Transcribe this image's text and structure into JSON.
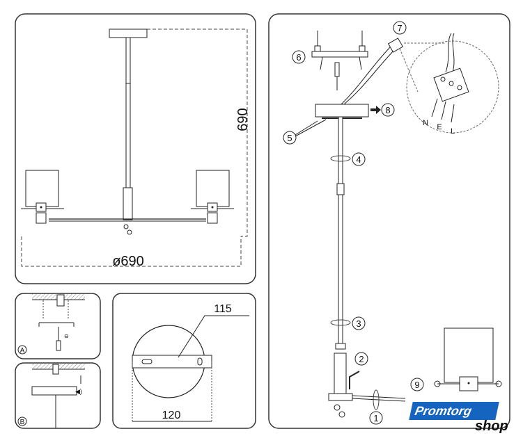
{
  "dimensions": {
    "height": "690",
    "diameter": "ø690",
    "plate_hole_spacing": "115",
    "plate_diameter": "120"
  },
  "letters": {
    "a": "A",
    "b": "B",
    "wire_n": "N",
    "wire_e": "E",
    "wire_l": "L"
  },
  "steps": [
    "1",
    "2",
    "3",
    "4",
    "5",
    "6",
    "7",
    "8",
    "9"
  ],
  "logo": {
    "top": "Promtorg",
    "bottom": "shop"
  }
}
